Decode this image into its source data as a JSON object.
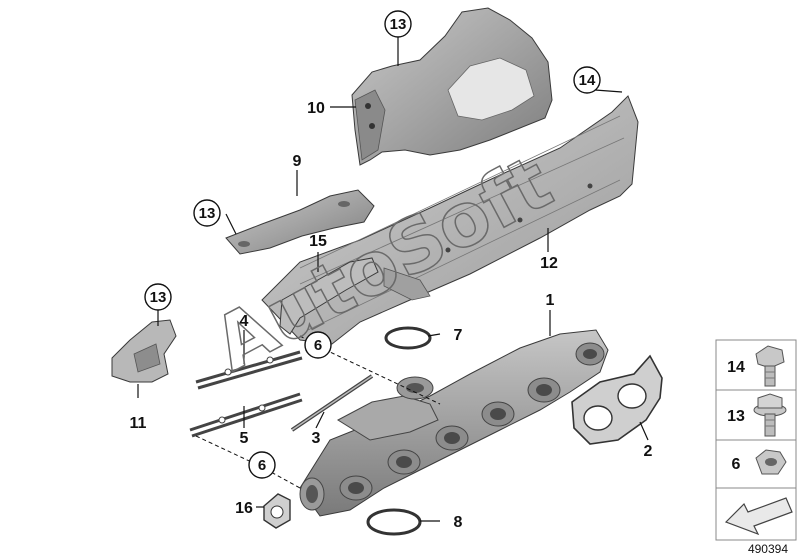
{
  "diagram": {
    "callouts": {
      "c1": "1",
      "c2": "2",
      "c3": "3",
      "c4": "4",
      "c5": "5",
      "c6a": "6",
      "c6b": "6",
      "c7": "7",
      "c8": "8",
      "c9": "9",
      "c10": "10",
      "c11": "11",
      "c12": "12",
      "c13a": "13",
      "c13b": "13",
      "c13c": "13",
      "c14": "14",
      "c15": "15",
      "c16": "16"
    },
    "watermark": "AutoSoft"
  },
  "legend": {
    "items": [
      {
        "label": "14",
        "icon": "hex-bolt-icon"
      },
      {
        "label": "13",
        "icon": "flange-bolt-icon"
      },
      {
        "label": "6",
        "icon": "hex-nut-icon"
      }
    ],
    "arrow_icon": "arrow-icon"
  },
  "doc_number": "490394",
  "colors": {
    "part_light": "#d8d8d8",
    "part_mid": "#b5b5b5",
    "part_dark": "#8d8d8d",
    "part_shadow": "#6e6e6e",
    "gasket": "#444444",
    "ink": "#111111"
  }
}
